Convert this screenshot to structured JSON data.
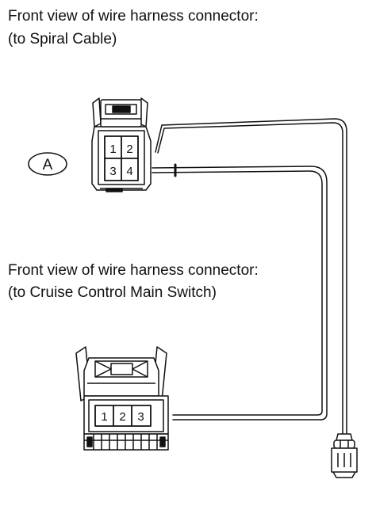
{
  "captions": {
    "spiral_cable": {
      "line1": "Front view of wire harness connector:",
      "line2": "(to Spiral Cable)"
    },
    "main_switch": {
      "line1": "Front view of wire harness connector:",
      "line2": "(to Cruise Control Main Switch)"
    }
  },
  "connector_a": {
    "label": "A",
    "pins": [
      "1",
      "2",
      "3",
      "4"
    ]
  },
  "connector_main_switch": {
    "pins": [
      "1",
      "2",
      "3"
    ]
  },
  "colors": {
    "ink": "#111111",
    "background": "#ffffff"
  }
}
